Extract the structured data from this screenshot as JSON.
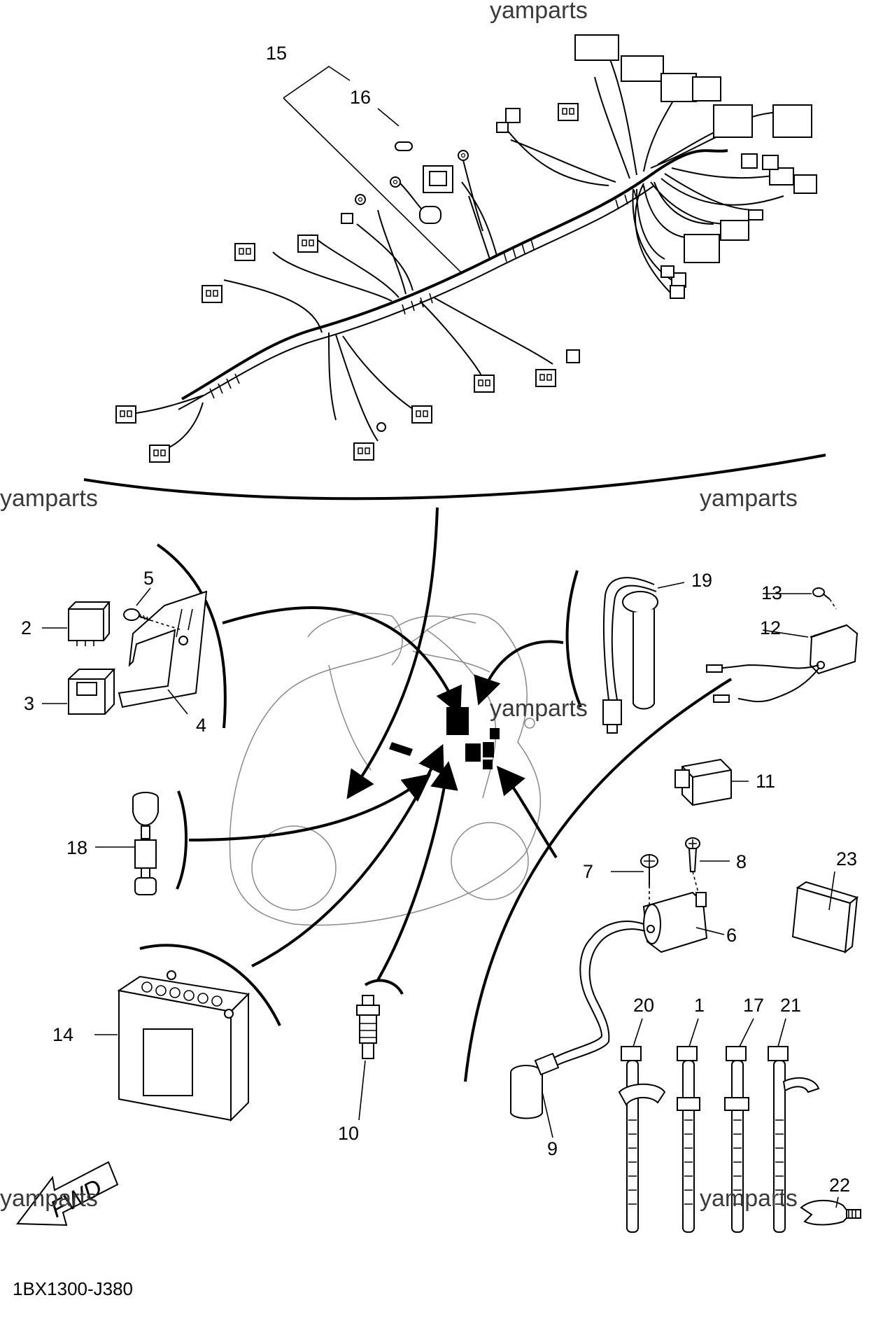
{
  "watermark": "yamparts",
  "diagram_code": "1BX1300-J380",
  "fwd_label": "FWD",
  "callouts": {
    "c1": "1",
    "c2": "2",
    "c3": "3",
    "c4": "4",
    "c5": "5",
    "c6": "6",
    "c7": "7",
    "c8": "8",
    "c9": "9",
    "c10": "10",
    "c11": "11",
    "c12": "12",
    "c13": "13",
    "c14": "14",
    "c15": "15",
    "c16": "16",
    "c17": "17",
    "c18": "18",
    "c19": "19",
    "c20": "20",
    "c21": "21",
    "c22": "22",
    "c23": "23"
  }
}
